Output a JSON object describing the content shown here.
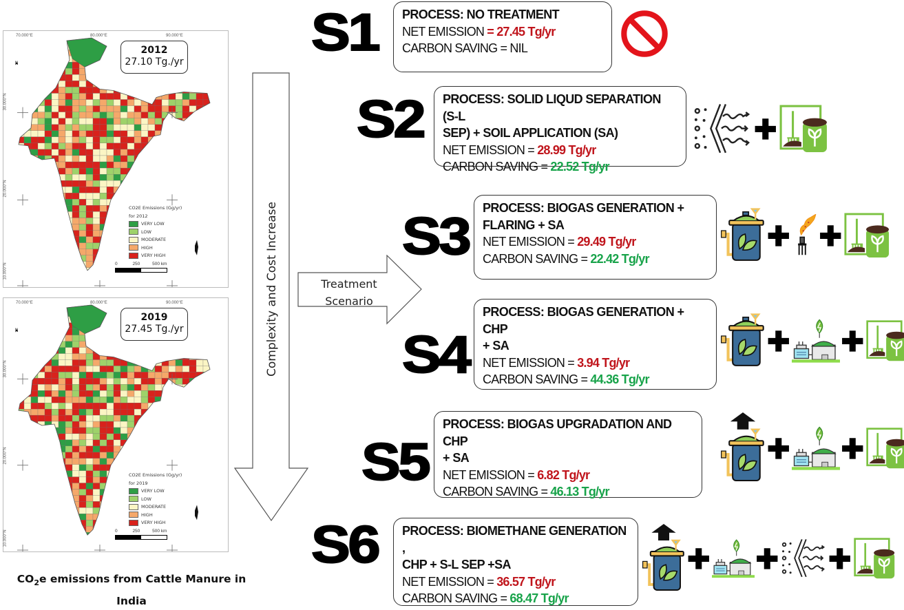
{
  "maps": [
    {
      "id": "2012",
      "year": "2012",
      "total": "27.10 Tg./yr",
      "legend_title": "CO2E Emissions (Gg/yr)",
      "legend_subtitle": "for 2012",
      "lon_ticks": [
        "70.000°E",
        "80.000°E",
        "90.000°E"
      ],
      "lat_ticks": [
        "30.000°N",
        "20.000°N",
        "10.000°N"
      ]
    },
    {
      "id": "2019",
      "year": "2019",
      "total": "27.45 Tg./yr",
      "legend_title": "CO2E Emissions (Gg/yr)",
      "legend_subtitle": "for 2019",
      "lon_ticks": [
        "70.000°E",
        "80.000°E",
        "90.000°E"
      ],
      "lat_ticks": [
        "30.000°N",
        "20.000°N",
        "10.000°N"
      ]
    }
  ],
  "legend_classes": [
    {
      "label": "VERY LOW",
      "color": "#2e9e45"
    },
    {
      "label": "LOW",
      "color": "#9ed26a"
    },
    {
      "label": "MODERATE",
      "color": "#fbf5c4"
    },
    {
      "label": "HIGH",
      "color": "#f5a86a"
    },
    {
      "label": "VERY HIGH",
      "color": "#d8221c"
    }
  ],
  "scale_bar": {
    "labels": [
      "0",
      "250",
      "500 km"
    ]
  },
  "north_label": "N",
  "caption": {
    "line1_pre": "CO",
    "line1_sub": "2",
    "line1_post": "e emissions  from Cattle Manure in",
    "line2": "India"
  },
  "arrows": {
    "vertical_label": "Complexity and Cost Increase",
    "treatment_line1": "Treatment",
    "treatment_line2": "Scenario"
  },
  "colors": {
    "net_emission": "#c0151c",
    "carbon_saving": "#18a34a"
  },
  "scenarios": [
    {
      "id": "S1",
      "process_line1": "PROCESS: NO TREATMENT",
      "process_line2": "",
      "net_label": "NET EMISSION",
      "net_eq": "=",
      "net_value": "27.45 Tg/yr",
      "saving_label": "CARBON SAVING = ",
      "saving_value": "NIL",
      "saving_plain": true,
      "icons": [
        "prohibited-icon"
      ]
    },
    {
      "id": "S2",
      "process_line1": "PROCESS: SOLID LIQUD SEPARATION (S-L",
      "process_line2": "SEP) + SOIL APPLICATION (SA)",
      "net_label": "NET EMISSION",
      "net_eq": "=",
      "net_value": "28.99 Tg/yr",
      "saving_label": "CARBON SAVING = ",
      "saving_value": "22.52 Tg/yr",
      "icons": [
        "solid-liquid-separation-icon",
        "soil-application-icon"
      ]
    },
    {
      "id": "S3",
      "process_line1": "PROCESS: BIOGAS GENERATION +",
      "process_line2": "FLARING + SA",
      "net_label": "NET EMISSION",
      "net_eq": "=",
      "net_value": "29.49 Tg/yr",
      "saving_label": "CARBON SAVING = ",
      "saving_value": "22.42 Tg/yr",
      "icons": [
        "biogas-digester-icon",
        "flare-icon",
        "soil-application-icon"
      ]
    },
    {
      "id": "S4",
      "process_line1": "PROCESS: BIOGAS GENERATION + CHP",
      "process_line2": "+ SA",
      "net_label": "NET EMISSION",
      "net_eq": "=",
      "net_value": "3.94 Tg/yr",
      "saving_label": "CARBON SAVING = ",
      "saving_value": "44.36 Tg/yr",
      "icons": [
        "biogas-digester-icon",
        "chp-plant-icon",
        "soil-application-icon"
      ]
    },
    {
      "id": "S5",
      "process_line1": "PROCESS: BIOGAS UPGRADATION AND CHP",
      "process_line2": "+ SA",
      "net_label": "NET EMISSION",
      "net_eq": "=",
      "net_value": "6.82 Tg/yr",
      "saving_label": "CARBON SAVING = ",
      "saving_value": "46.13 Tg/yr",
      "icons": [
        "biogas-upgrade-icon",
        "chp-plant-icon",
        "soil-application-icon"
      ]
    },
    {
      "id": "S6",
      "process_line1": "PROCESS: BIOMETHANE GENERATION ,",
      "process_line2": "CHP + S-L SEP +SA",
      "net_label": "NET EMISSION",
      "net_eq": "=",
      "net_value": "36.57 Tg/yr",
      "saving_label": "CARBON SAVING = ",
      "saving_value": "68.47 Tg/yr",
      "icons": [
        "biogas-upgrade-icon",
        "chp-plant-icon",
        "solid-liquid-separation-icon",
        "soil-application-icon"
      ]
    }
  ]
}
